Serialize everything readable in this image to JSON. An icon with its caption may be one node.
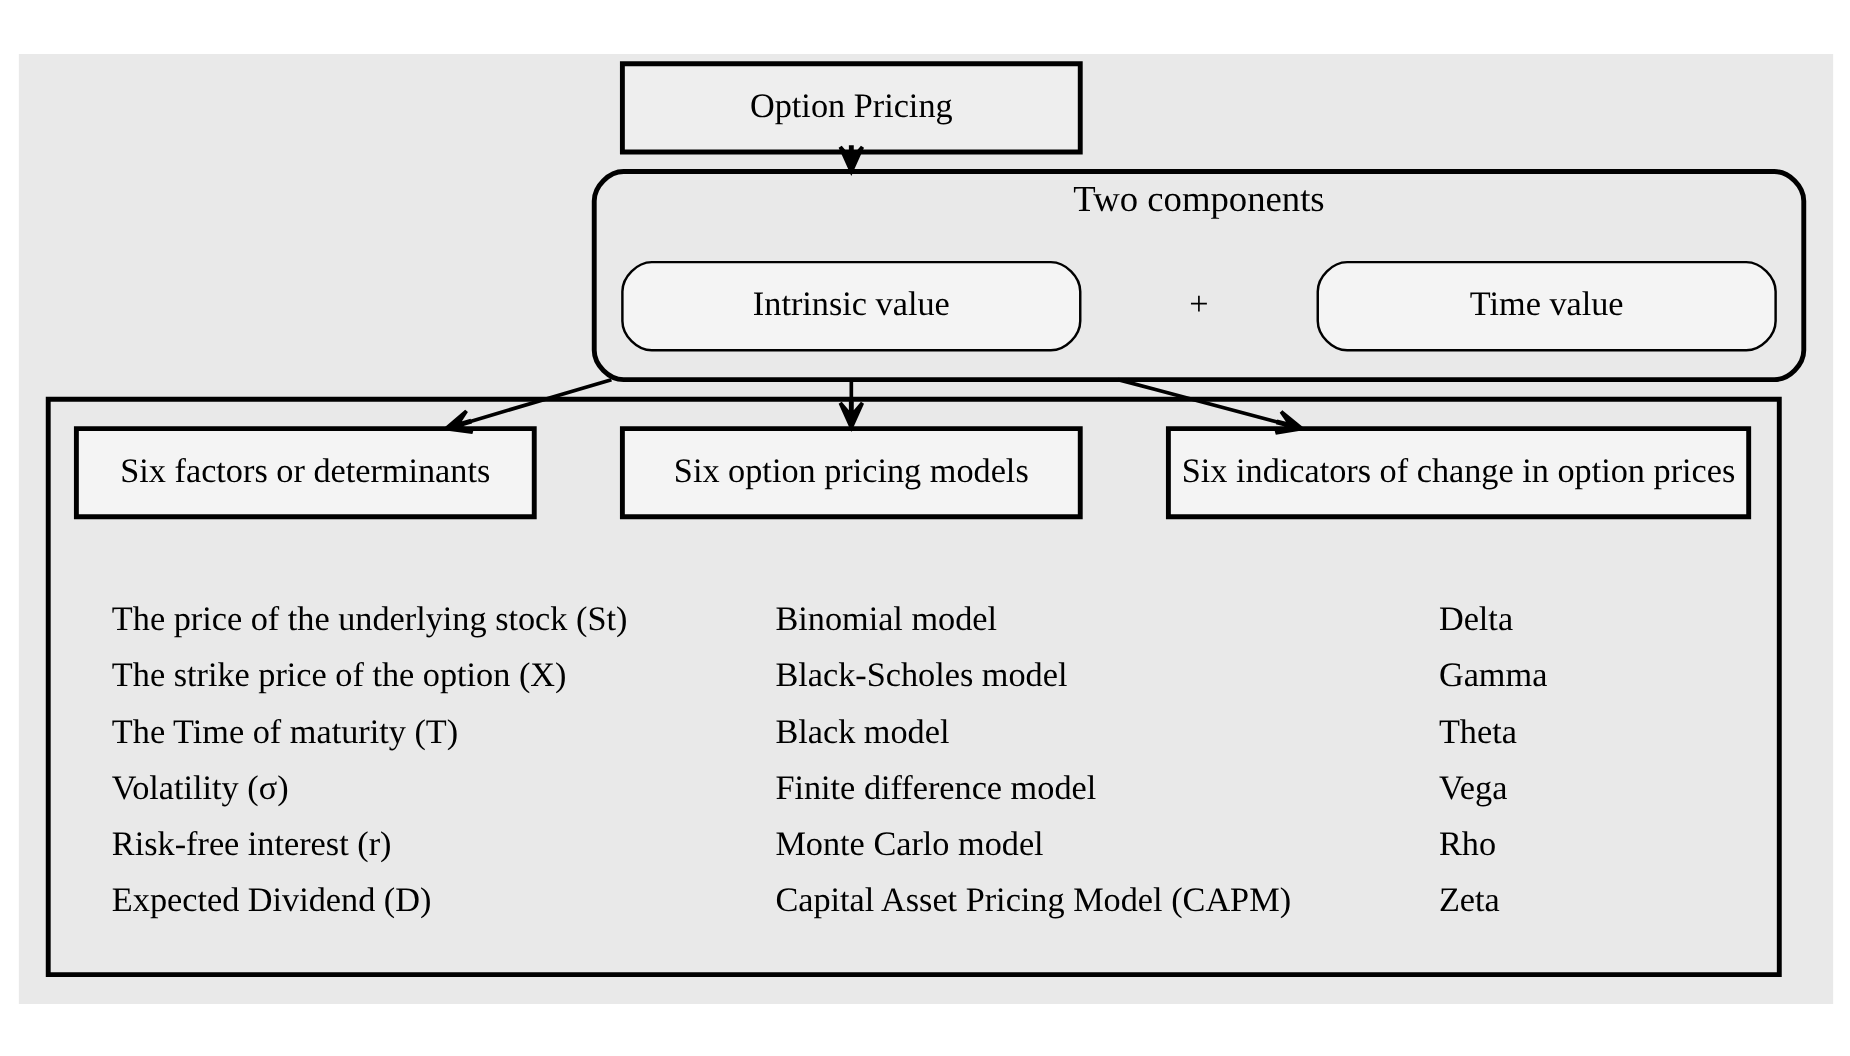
{
  "diagram": {
    "nodes": [
      {
        "text": [
          "Option Pricing"
        ]
      },
      {
        "text": [
          "Two components"
        ]
      },
      {
        "text": [
          "Intrinsic value"
        ],
        "in": 1
      },
      {
        "text": [
          "Time value"
        ],
        "in": 1
      },
      {
        "text": [],
        "shape": "box"
      },
      {
        "text": [
          "Six factors or determinants"
        ],
        "in": 4,
        "beside": [
          "The price of the underlying stock (St)",
          "The strike price of the option (X)",
          "The Time of maturity (T)",
          "Volatility (σ)",
          "Risk-free interest (r)",
          "Expected Dividend (D)"
        ]
      },
      {
        "text": [
          "Six option pricing models"
        ],
        "in": 4,
        "beside": [
          "Binomial model",
          "Black-Scholes model",
          "Black model",
          "Finite difference model",
          "Monte Carlo model",
          "Capital Asset Pricing Model (CAPM)"
        ]
      },
      {
        "text": [
          "Six indicators of change in option prices"
        ],
        "in": 4,
        "beside": [
          "Delta",
          "Gamma",
          "Theta",
          "Vega",
          "Rho",
          "Zeta"
        ]
      }
    ],
    "edges": [
      {
        "from": 0,
        "to": 1,
        "arrow": "to"
      },
      {
        "from": 1,
        "to": 5,
        "arrow": "to"
      },
      {
        "from": 1,
        "to": 6,
        "arrow": "to"
      },
      {
        "from": 1,
        "to": 7,
        "arrow": "to"
      }
    ],
    "labels": [
      "+"
    ]
  }
}
